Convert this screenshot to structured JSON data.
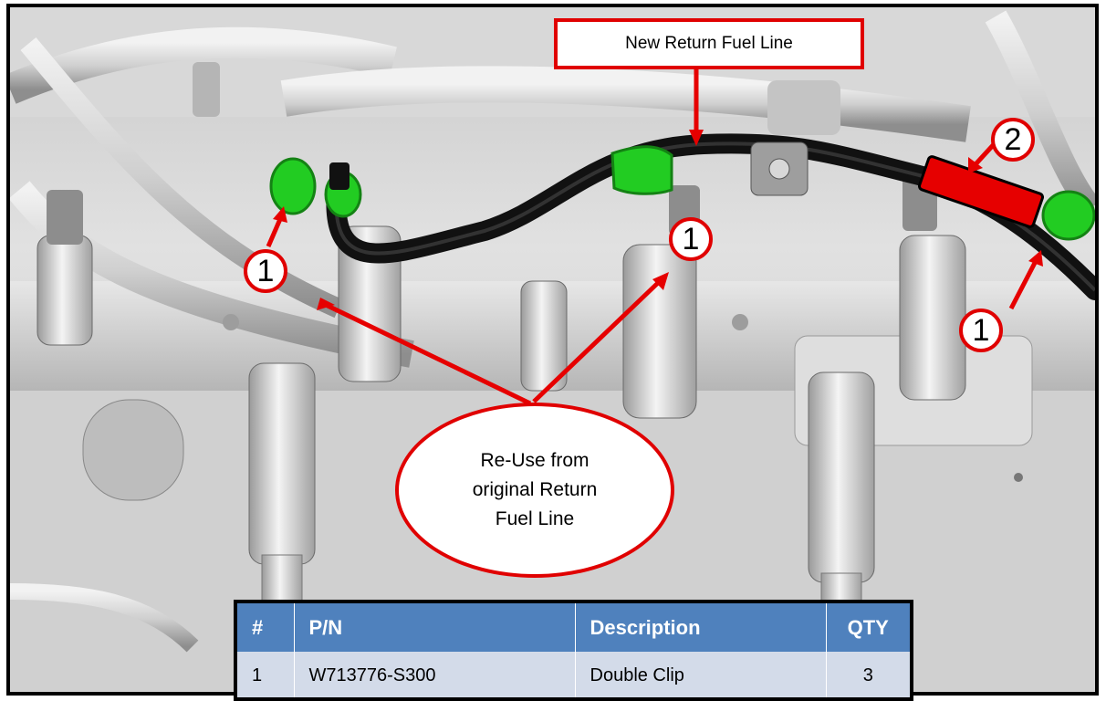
{
  "callouts": {
    "new_line_label": "New Return Fuel Line",
    "reuse_label": "Re-Use from original Return Fuel Line"
  },
  "badges": [
    "1",
    "1",
    "1",
    "2"
  ],
  "parts_table": {
    "headers": [
      "#",
      "P/N",
      "Description",
      "QTY"
    ],
    "rows": [
      {
        "num": "1",
        "pn": "W713776-S300",
        "description": "Double Clip",
        "qty": "3"
      }
    ]
  },
  "colors": {
    "callout_red": "#e00000",
    "clip_green": "#22cc22",
    "fuel_line_black": "#111111",
    "header_blue": "#4f81bd",
    "row_blue": "#d3dbe9"
  }
}
